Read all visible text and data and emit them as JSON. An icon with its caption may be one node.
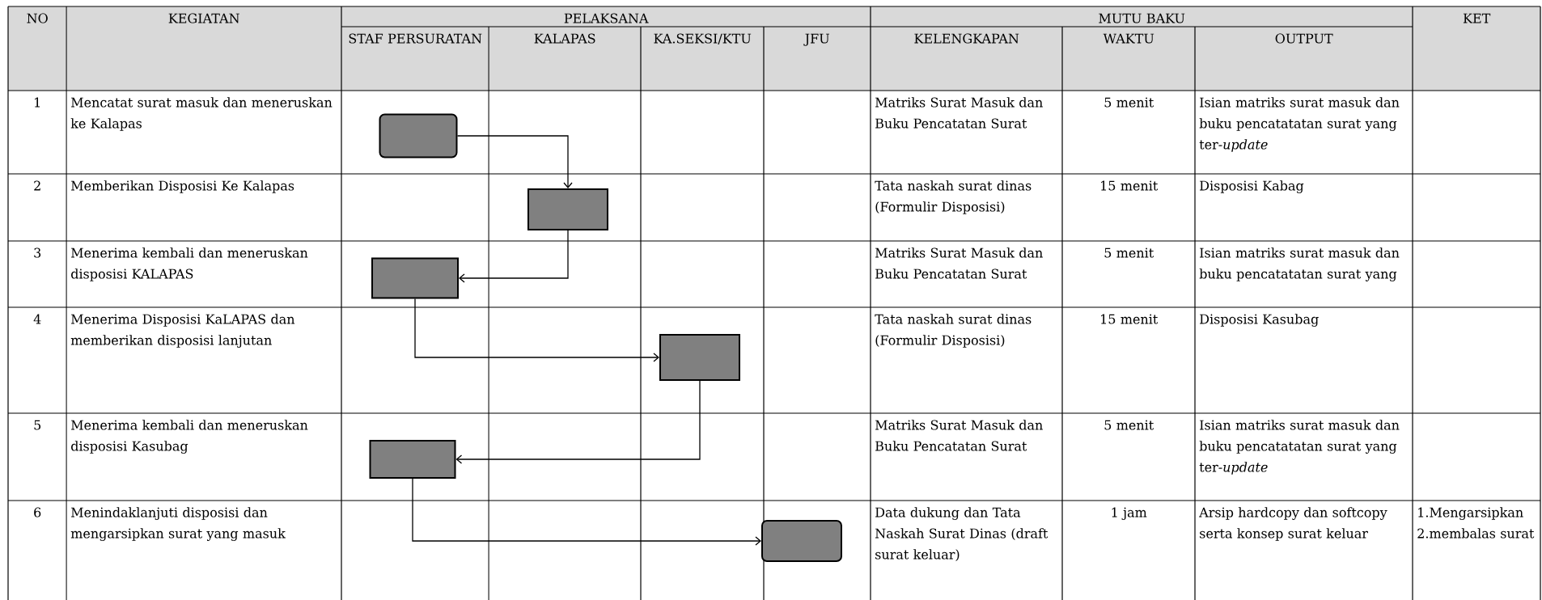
{
  "diagram": {
    "nodes": [
      {
        "text": [],
        "shape": "rounded"
      },
      {
        "text": [],
        "shape": "box"
      },
      {
        "text": [],
        "shape": "box"
      },
      {
        "text": [],
        "shape": "box"
      },
      {
        "text": [],
        "shape": "box"
      },
      {
        "text": [],
        "shape": "rounded"
      }
    ],
    "edges": [
      {
        "from": 0,
        "to": 1,
        "arrow": "to"
      },
      {
        "from": 1,
        "to": 2,
        "arrow": "to"
      },
      {
        "from": 2,
        "to": 3,
        "arrow": "to"
      },
      {
        "from": 3,
        "to": 4,
        "arrow": "to"
      },
      {
        "from": 4,
        "to": 5,
        "arrow": "to"
      }
    ],
    "labels": [
      "NO",
      "KEGIATAN",
      "PELAKSANA",
      "MUTU BAKU",
      "KET",
      "STAF PERSURATAN",
      "KALAPAS",
      "KA.SEKSI/KTU",
      "JFU",
      "KELENGKAPAN",
      "WAKTU",
      "OUTPUT",
      "1",
      "Mencatat surat masuk dan meneruskan ke Kalapas",
      "Matriks Surat Masuk dan Buku Pencatatan Surat",
      "5 menit",
      "Isian matriks surat masuk dan buku pencatatatan surat yang ter-*update*",
      "2",
      "Memberikan Disposisi Ke Kalapas",
      "Tata naskah surat dinas (Formulir Disposisi)",
      "15 menit",
      "Disposisi Kabag",
      "3",
      "Menerima kembali dan meneruskan disposisi KALAPAS",
      "Matriks Surat Masuk dan Buku Pencatatan Surat",
      "5 menit",
      "Isian matriks surat masuk dan buku pencatatatan surat yang",
      "4",
      "Menerima Disposisi KaLAPAS dan memberikan disposisi lanjutan",
      "Tata naskah surat dinas (Formulir Disposisi)",
      "15 menit",
      "Disposisi Kasubag",
      "5",
      "Menerima kembali dan meneruskan disposisi Kasubag",
      "Matriks Surat Masuk dan Buku Pencatatan Surat",
      "5 menit",
      "Isian matriks surat masuk dan buku pencatatatan surat yang ter-*update*",
      "6",
      "Menindaklanjuti disposisi dan mengarsipkan surat yang masuk",
      "Data dukung dan Tata Naskah Surat Dinas (draft surat keluar)",
      "1 jam",
      "Arsip hardcopy dan softcopy serta konsep surat keluar",
      "1.Mengarsipkan 2.membalas surat"
    ]
  }
}
